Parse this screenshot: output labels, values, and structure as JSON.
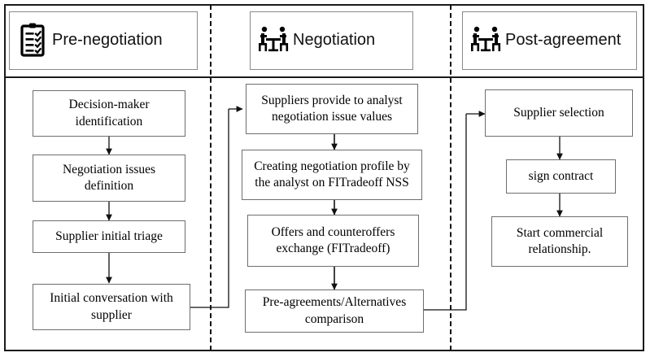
{
  "diagram": {
    "title": "Negotiation process flowchart",
    "type": "flowchart",
    "line_color": "#1a1a1a",
    "box_border_color": "#6e6e6e",
    "background": "#ffffff"
  },
  "phases": [
    {
      "id": "pre-negotiation",
      "label": "Pre-negotiation",
      "icon": "clipboard-checklist-icon"
    },
    {
      "id": "negotiation",
      "label": "Negotiation",
      "icon": "people-at-table-icon"
    },
    {
      "id": "post-agreement",
      "label": "Post-agreement",
      "icon": "people-at-table-icon"
    }
  ],
  "columns": [
    {
      "phase": "pre-negotiation",
      "steps": [
        {
          "id": "decision-maker-identification",
          "text": "Decision-maker identification"
        },
        {
          "id": "negotiation-issues-definition",
          "text": "Negotiation issues definition"
        },
        {
          "id": "supplier-initial-triage",
          "text": "Supplier initial triage"
        },
        {
          "id": "initial-conversation",
          "text": "Initial conversation with supplier"
        }
      ]
    },
    {
      "phase": "negotiation",
      "steps": [
        {
          "id": "suppliers-provide-values",
          "text": "Suppliers provide to analyst negotiation issue values"
        },
        {
          "id": "creating-negotiation-profile",
          "text": "Creating negotiation profile by the analyst on FITradeoff NSS"
        },
        {
          "id": "offers-counteroffers",
          "text": "Offers and counteroffers exchange (FITradeoff)"
        },
        {
          "id": "pre-agreements-comparison",
          "text": "Pre-agreements/Alternatives comparison"
        }
      ]
    },
    {
      "phase": "post-agreement",
      "steps": [
        {
          "id": "supplier-selection",
          "text": "Supplier selection"
        },
        {
          "id": "sign-contract",
          "text": "sign contract"
        },
        {
          "id": "start-commercial-relationship",
          "text": "Start commercial relationship."
        }
      ]
    }
  ],
  "connections": [
    {
      "from": "decision-maker-identification",
      "to": "negotiation-issues-definition",
      "kind": "vertical-arrow"
    },
    {
      "from": "negotiation-issues-definition",
      "to": "supplier-initial-triage",
      "kind": "vertical-arrow"
    },
    {
      "from": "supplier-initial-triage",
      "to": "initial-conversation",
      "kind": "vertical-arrow"
    },
    {
      "from": "initial-conversation",
      "to": "suppliers-provide-values",
      "kind": "elbow-arrow"
    },
    {
      "from": "suppliers-provide-values",
      "to": "creating-negotiation-profile",
      "kind": "vertical-arrow"
    },
    {
      "from": "creating-negotiation-profile",
      "to": "offers-counteroffers",
      "kind": "vertical-arrow"
    },
    {
      "from": "offers-counteroffers",
      "to": "pre-agreements-comparison",
      "kind": "vertical-arrow"
    },
    {
      "from": "pre-agreements-comparison",
      "to": "supplier-selection",
      "kind": "elbow-arrow"
    },
    {
      "from": "supplier-selection",
      "to": "sign-contract",
      "kind": "vertical-arrow"
    },
    {
      "from": "sign-contract",
      "to": "start-commercial-relationship",
      "kind": "vertical-arrow"
    }
  ]
}
